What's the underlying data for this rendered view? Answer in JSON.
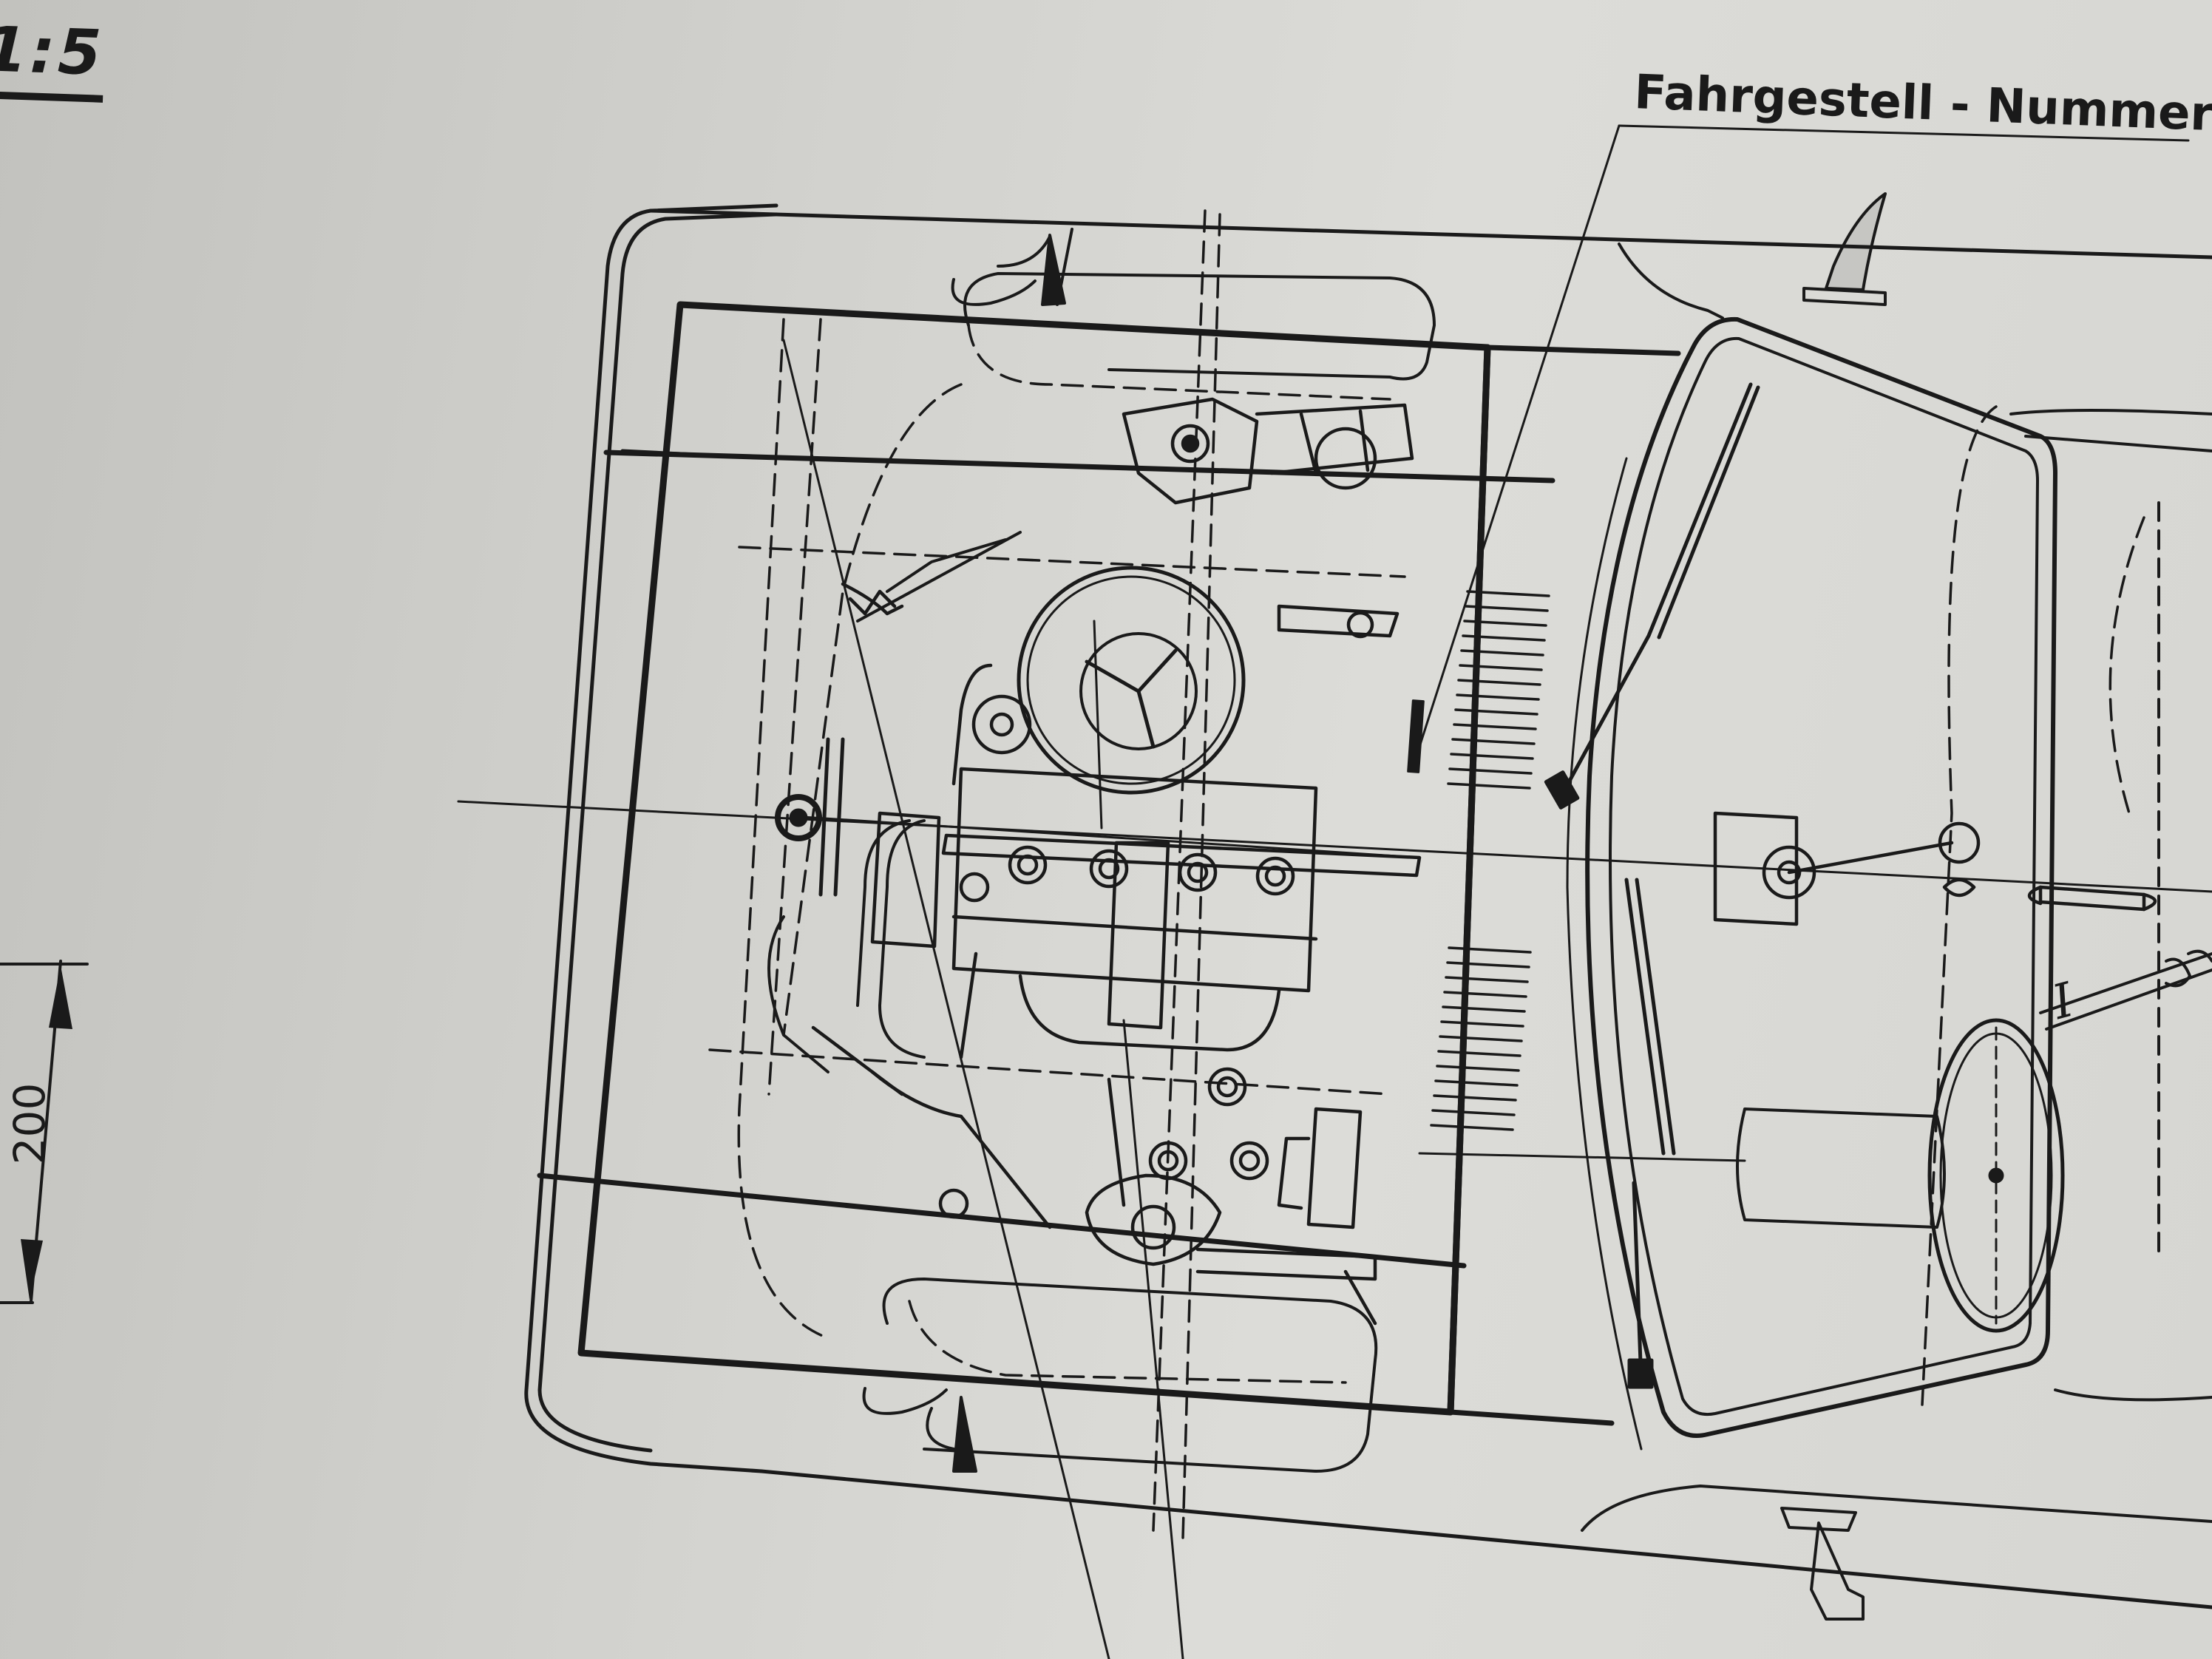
{
  "labels": {
    "scale": "1:5",
    "chassis_number": "Fahrgestell - Nummer",
    "dimension": "200",
    "roman_numeral": "I"
  },
  "colors": {
    "paper": "#d4d4d0",
    "ink": "#1a1a1a"
  }
}
